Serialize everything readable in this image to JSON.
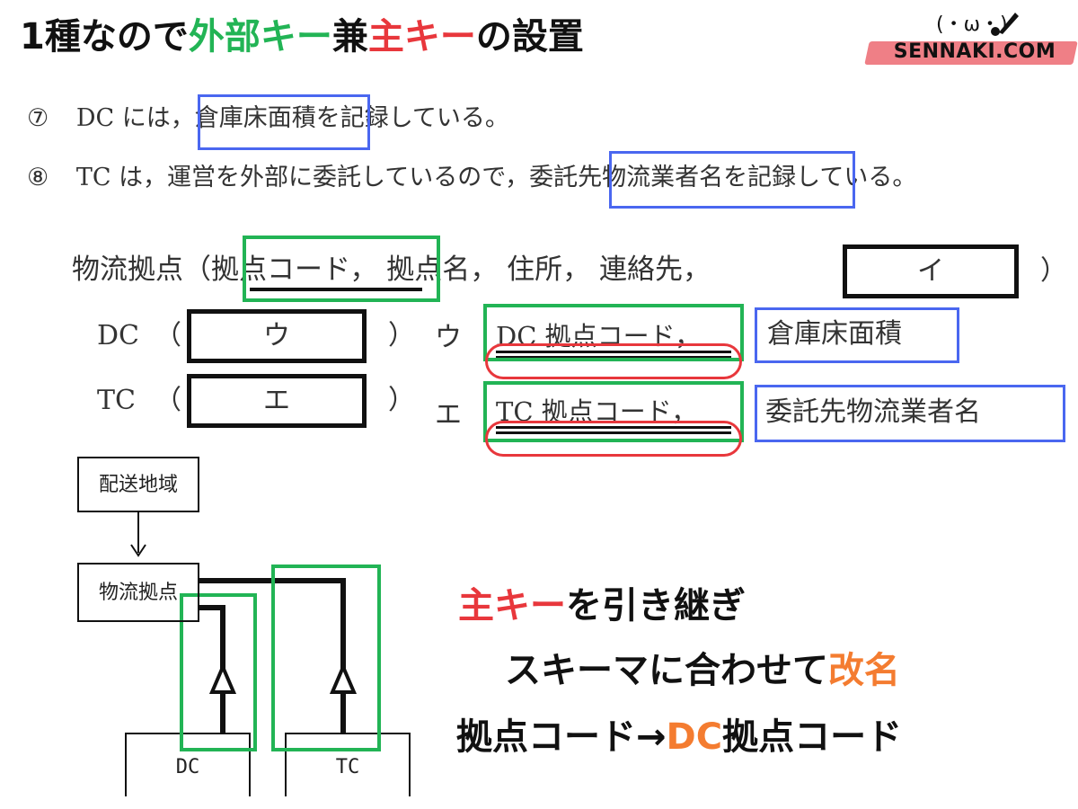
{
  "title": {
    "part1": "1種なので",
    "part2": "外部キー",
    "part3": "兼",
    "part4": "主キー",
    "part5": "の設置",
    "color_green": "#22b455",
    "color_red": "#e8373c"
  },
  "logo": {
    "text": "SENNAKI.COM",
    "face": "(・ω・)"
  },
  "question_lines": {
    "line7_num": "⑦",
    "line7_pre": "DC には，",
    "line7_boxed": "倉庫床面積",
    "line7_post": "を記録している。",
    "line8_num": "⑧",
    "line8_pre": "TC は，運営を外部に委託しているので，",
    "line8_boxed": "委託先物流業者名",
    "line8_post": "を記録している。"
  },
  "schema": {
    "row1_entity": "物流拠点",
    "row1_open": "（",
    "row1_key": "拠点コード",
    "row1_rest": "， 拠点名， 住所， 連絡先，",
    "row1_blank": "イ",
    "row1_close": "）",
    "row2_entity": "DC",
    "row2_open": "（",
    "row2_blank": "ウ",
    "row2_close": "）",
    "row2_answer_label": "ウ",
    "row2_answer_key": "DC 拠点コード",
    "row2_answer_comma": "，",
    "row2_answer_attr": "倉庫床面積",
    "row3_entity": "TC",
    "row3_open": "（",
    "row3_blank": "エ",
    "row3_close": "）",
    "row3_answer_label": "エ",
    "row3_answer_key": "TC 拠点コード",
    "row3_answer_comma": "，",
    "row3_answer_attr": "委託先物流業者名"
  },
  "diagram": {
    "entity_delivery": "配送地域",
    "entity_base": "物流拠点",
    "entity_dc": "DC",
    "entity_tc": "TC"
  },
  "explanation": {
    "line1_red": "主キー",
    "line1_rest": "を引き継ぎ",
    "line2_main": "スキーマに合わせて",
    "line2_orange": "改名",
    "line3_pre": "拠点コード→",
    "line3_orange": "DC",
    "line3_post": "拠点コード",
    "color_orange": "#f47c30"
  },
  "colors": {
    "blue_box": "#4a67f0",
    "green_box": "#22b455",
    "red_oval": "#e8373c"
  }
}
